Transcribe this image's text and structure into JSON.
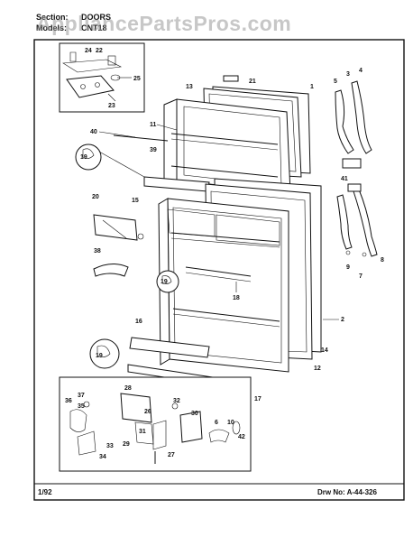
{
  "watermark": "AppliancePartsPros.com",
  "header": {
    "section_label": "Section:",
    "section_value": "DOORS",
    "models_label": "Models:",
    "models_value": "CNT18"
  },
  "footer": {
    "date": "1/92",
    "drawing_number": "Drw No: A-44-326"
  },
  "callouts": {
    "c1": "1",
    "c2": "2",
    "c3": "3",
    "c4": "4",
    "c5": "5",
    "c6": "6",
    "c7": "7",
    "c8": "8",
    "c9": "9",
    "c10": "10",
    "c11": "11",
    "c12": "12",
    "c13": "13",
    "c14": "14",
    "c15": "15",
    "c16": "16",
    "c17": "17",
    "c18": "18",
    "c19a": "19",
    "c19b": "19",
    "c19c": "19",
    "c20": "20",
    "c21": "21",
    "c22": "22",
    "c23": "23",
    "c24": "24",
    "c25": "25",
    "c26": "26",
    "c27": "27",
    "c28": "28",
    "c29": "29",
    "c30": "30",
    "c31": "31",
    "c32": "32",
    "c33": "33",
    "c34": "34",
    "c35": "35",
    "c36": "36",
    "c37": "37",
    "c38": "38",
    "c39": "39",
    "c40": "40",
    "c41": "41",
    "c42": "42"
  }
}
